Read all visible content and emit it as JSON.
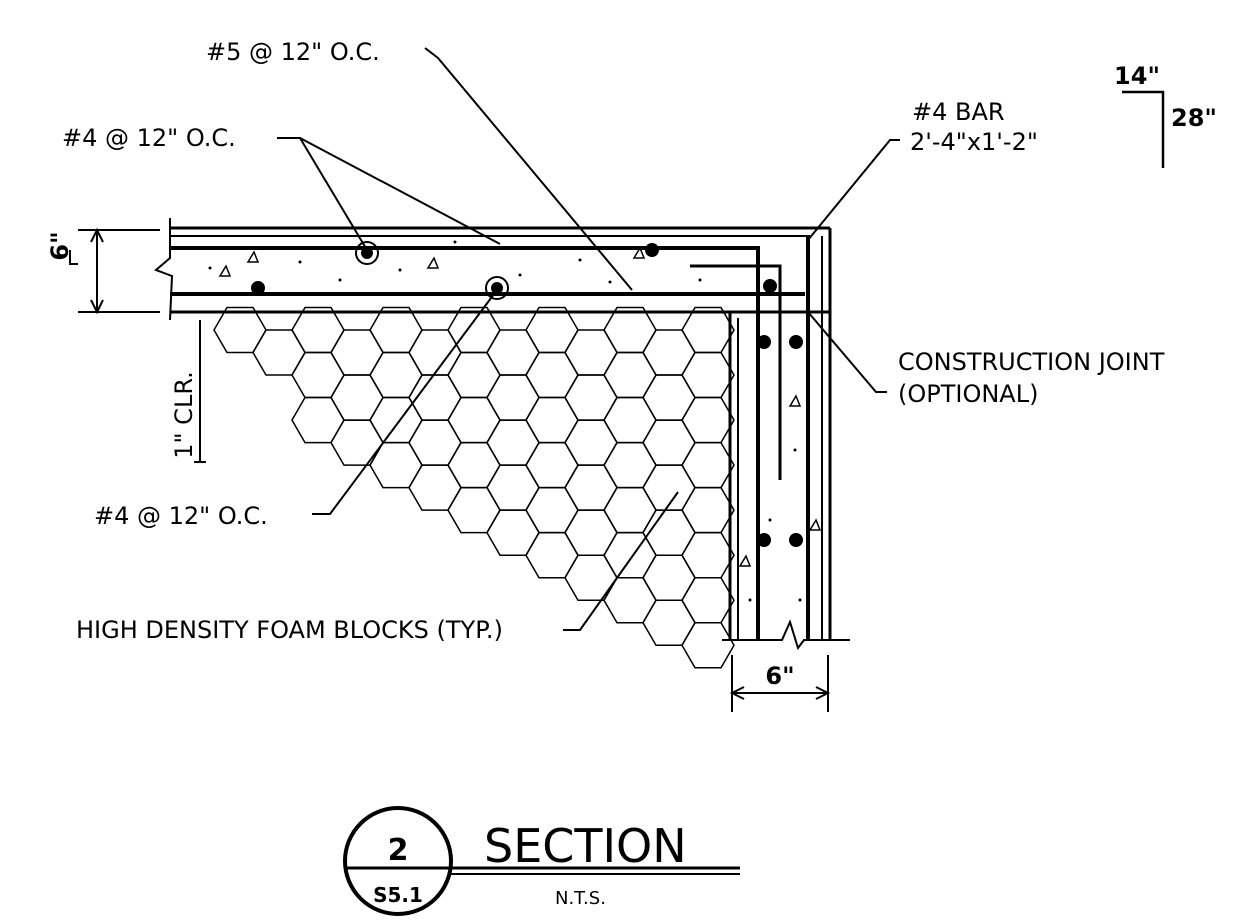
{
  "labels": {
    "top_bar": "#5 @ 12\" O.C.",
    "upper_bar": "#4 @ 12\" O.C.",
    "lower_bar": "#4 @ 12\" O.C.",
    "corner_bar_line1": "#4 BAR",
    "corner_bar_line2": "2'-4\"x1'-2\"",
    "joint_line1": "CONSTRUCTION JOINT",
    "joint_line2": "(OPTIONAL)",
    "foam": "HIGH DENSITY FOAM BLOCKS (TYP.)"
  },
  "dimensions": {
    "slab_thickness": "6\"",
    "clear_cover": "1\" CLR.",
    "wall_thickness": "6\"",
    "bend_short_leg": "14\"",
    "bend_long_leg": "28\""
  },
  "title_block": {
    "detail_number": "2",
    "sheet_ref": "S5.1",
    "title": "SECTION",
    "scale_note": "N.T.S."
  }
}
